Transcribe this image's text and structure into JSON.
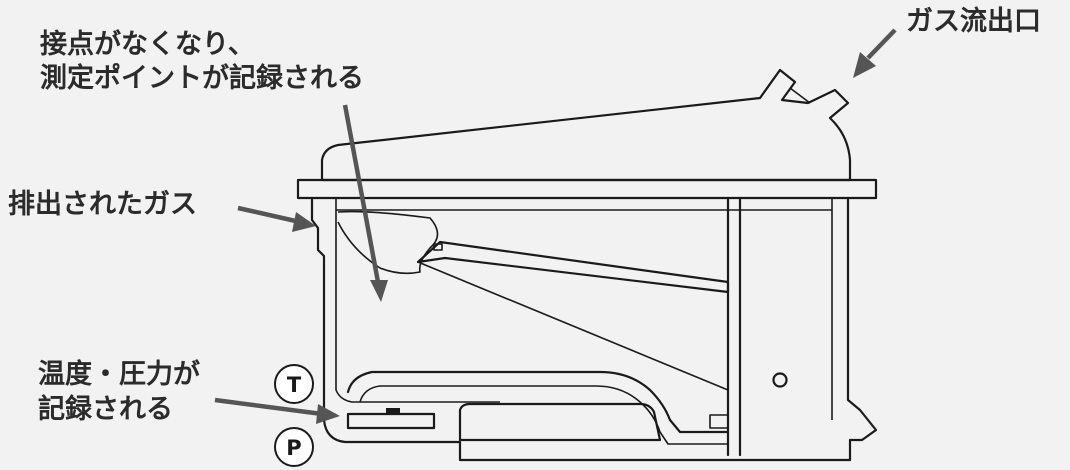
{
  "labels": {
    "contact_line1": "接点がなくなり、",
    "contact_line2": "測定ポイントが記録される",
    "gas_outlet": "ガス流出口",
    "exhaust_gas": "排出されたガス",
    "temp_line1": "温度・圧力が",
    "temp_line2": "記録される"
  },
  "badges": {
    "temperature": "T",
    "pressure": "P"
  },
  "colors": {
    "background": "#f2f2f2",
    "outline": "#1a1a1a",
    "arrow": "#555555",
    "text": "#2b2b2b"
  }
}
